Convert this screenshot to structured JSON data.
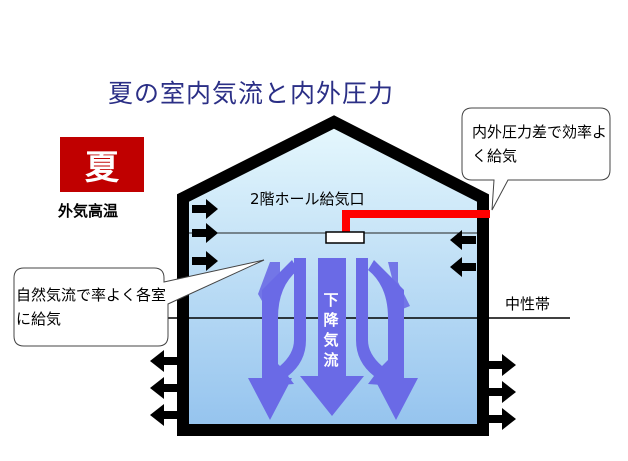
{
  "title": "夏の室内気流と内外圧力",
  "season": {
    "badge": "夏",
    "outside_label": "外気高温"
  },
  "labels": {
    "hall_supply": "2階ホール給気口",
    "neutral_zone": "中性帯",
    "downflow": "下降気流"
  },
  "callouts": {
    "pressure_diff": "内外圧力差で効率よく給気",
    "natural_flow": "自然気流で率よく各室に給気"
  },
  "colors": {
    "title": "#2b2f86",
    "badge": "#c00000",
    "supply_duct": "#ff0000",
    "airflow_arrows": "#6a6ae6",
    "interior_top": "#e6f8fd",
    "interior_bottom": "#94c3ee",
    "walls": "#000000"
  },
  "icons": {
    "inflow_arrows": "arrow-right-icon",
    "outflow_arrows": "arrow-left-icon",
    "airflow": "curved-down-arrow-icon"
  }
}
